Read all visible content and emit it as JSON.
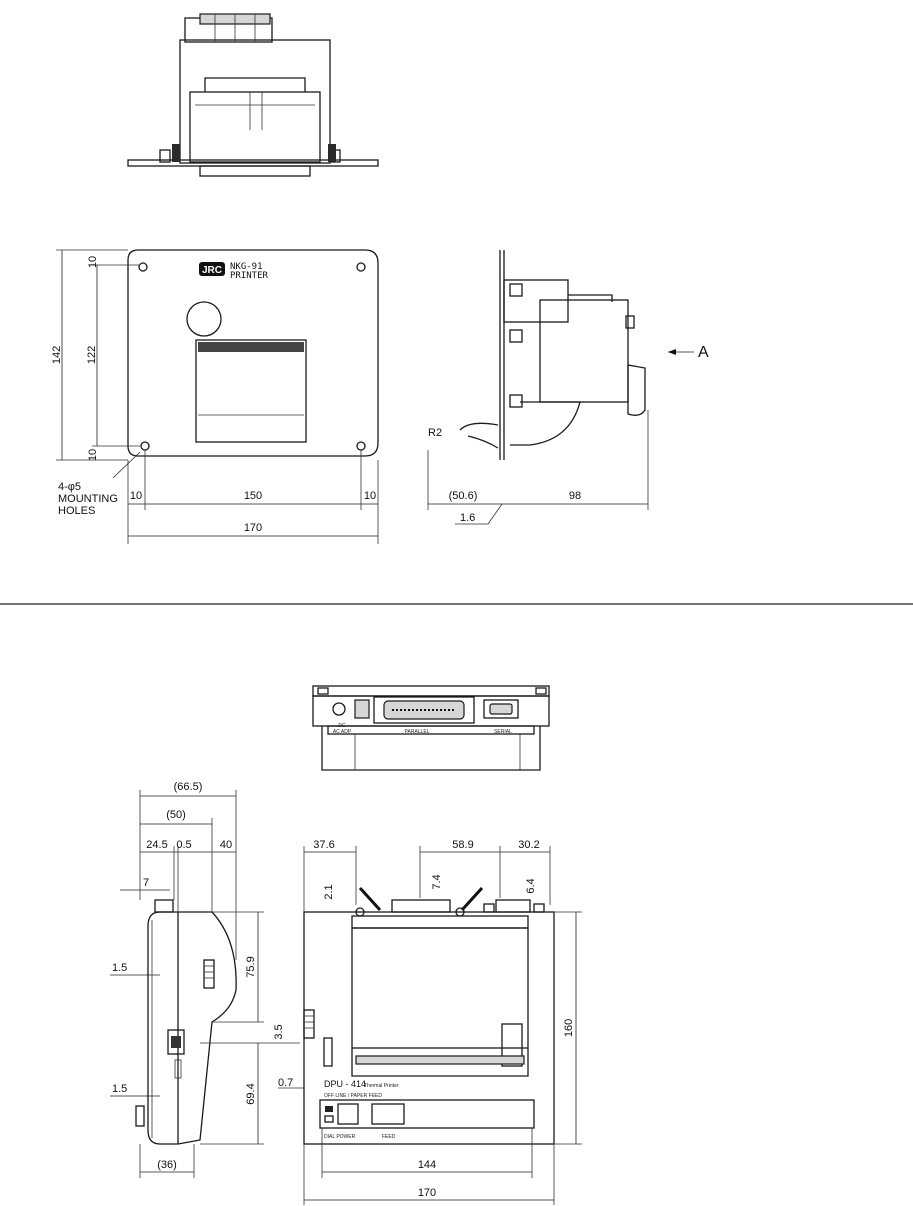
{
  "top_drawing": {
    "front_panel": {
      "logo": "JRC",
      "model_line1": "NKG-91",
      "model_line2": "PRINTER"
    },
    "dimensions": {
      "height_total": "142",
      "height_inner": "122",
      "top_offset": "10",
      "bottom_offset": "10",
      "left_offset": "10",
      "hole_spacing": "150",
      "right_offset": "10",
      "width_total": "170",
      "hole_note_line1": "4-φ5",
      "hole_note_line2": "MOUNTING",
      "hole_note_line3": "HOLES"
    },
    "side_view": {
      "view_arrow_label": "A",
      "radius_label": "R2",
      "front_depth": "(50.6)",
      "rear_depth": "98",
      "panel_thickness": "1.6"
    }
  },
  "bottom_drawing": {
    "rear_view": {
      "dc_label_line1": "DC",
      "dc_label_line2": "AC ADP",
      "parallel_label": "PARALLEL",
      "serial_label": "SERIAL"
    },
    "side_dimensions": {
      "overall_depth": "(66.5)",
      "body_depth": "(50)",
      "seg_a": "24.5",
      "seg_b": "0.5",
      "seg_c": "40",
      "seg_d": "7",
      "wall_upper": "1.5",
      "wall_lower": "1.5",
      "height_upper": "75.9",
      "gap": "3.5",
      "height_lower": "69.4",
      "offset": "0.7",
      "foot_depth": "(36)"
    },
    "front_dimensions": {
      "left_offset": "37.6",
      "connector_width": "58.9",
      "right_offset": "30.2",
      "top_a": "2.1",
      "top_b": "7.4",
      "top_c": "6.4",
      "height_total": "160",
      "inner_width": "144",
      "width_total": "170"
    },
    "front_panel": {
      "model": "DPU - 414",
      "model_sub": "Thermal Printer",
      "keys_caption": "OFF LINE / PAPER FEED",
      "left_label": "DIAL POWER",
      "right_label": "FEED"
    }
  }
}
